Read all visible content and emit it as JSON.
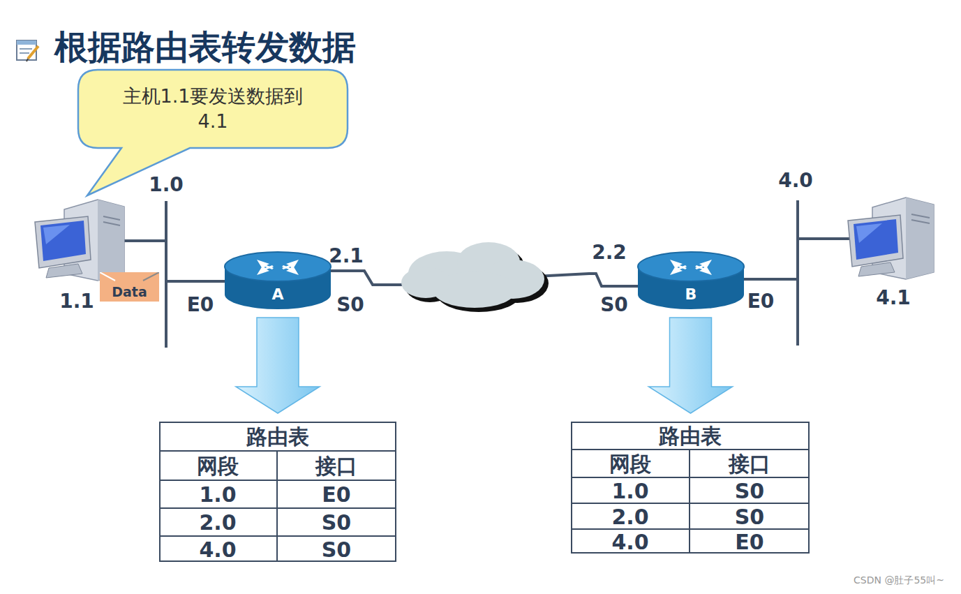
{
  "diagram": {
    "title": "根据路由表转发数据",
    "nodes": [
      {
        "text": [
          "主机1.1要发送数据到 4.1"
        ]
      },
      {
        "text": [
          "Data"
        ]
      },
      {
        "text": [
          "A"
        ]
      },
      {
        "text": [
          "B"
        ]
      },
      {
        "text": [
          "路由表"
        ]
      },
      {
        "text": [
          "路由表"
        ]
      }
    ],
    "edges": [
      {
        "from": 2,
        "to": 3,
        "arrow": "none"
      },
      {
        "from": 2,
        "to": 4,
        "arrow": "to"
      },
      {
        "from": 3,
        "to": 5,
        "arrow": "to"
      }
    ],
    "labels": [
      "1.0",
      "1.1",
      "2.1",
      "E0",
      "S0",
      "2.2",
      "S0",
      "E0",
      "4.0",
      "4.1",
      "网段",
      "接口",
      "1.0",
      "E0",
      "2.0",
      "S0",
      "4.0",
      "S0",
      "网段",
      "接口",
      "1.0",
      "S0",
      "2.0",
      "S0",
      "4.0",
      "E0",
      "CSDN @肚子55叫~"
    ]
  }
}
